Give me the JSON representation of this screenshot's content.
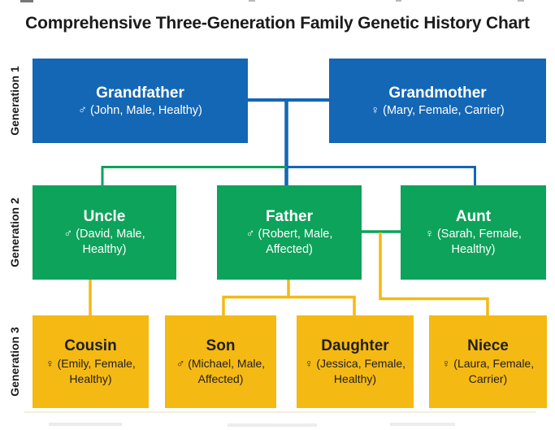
{
  "title": "Comprehensive Three-Generation Family Genetic History Chart",
  "colors": {
    "generation1_blue": "#1467B5",
    "generation2_green": "#0DA35A",
    "generation3_yellow": "#F5B914",
    "light_text": "#FFFFFF",
    "dark_text": "#1F1F1F",
    "title_text": "#1B1B1B"
  },
  "generation_labels": {
    "gen1": "Generation 1",
    "gen2": "Generation 2",
    "gen3": "Generation 3"
  },
  "members": {
    "grandfather": {
      "role": "Grandfather",
      "details": "♂ (John, Male, Healthy)"
    },
    "grandmother": {
      "role": "Grandmother",
      "details": "♀ (Mary, Female, Carrier)"
    },
    "uncle": {
      "role": "Uncle",
      "details": "♂ (David, Male, Healthy)"
    },
    "father": {
      "role": "Father",
      "details": "♂ (Robert, Male, Affected)"
    },
    "aunt": {
      "role": "Aunt",
      "details": "♀ (Sarah, Female, Healthy)"
    },
    "cousin": {
      "role": "Cousin",
      "details": "♀ (Emily, Female, Healthy)"
    },
    "son": {
      "role": "Son",
      "details": "♂ (Michael, Male, Affected)"
    },
    "daughter": {
      "role": "Daughter",
      "details": "♀ (Jessica, Female, Healthy)"
    },
    "niece": {
      "role": "Niece",
      "details": "♀ (Laura, Female, Carrier)"
    }
  }
}
